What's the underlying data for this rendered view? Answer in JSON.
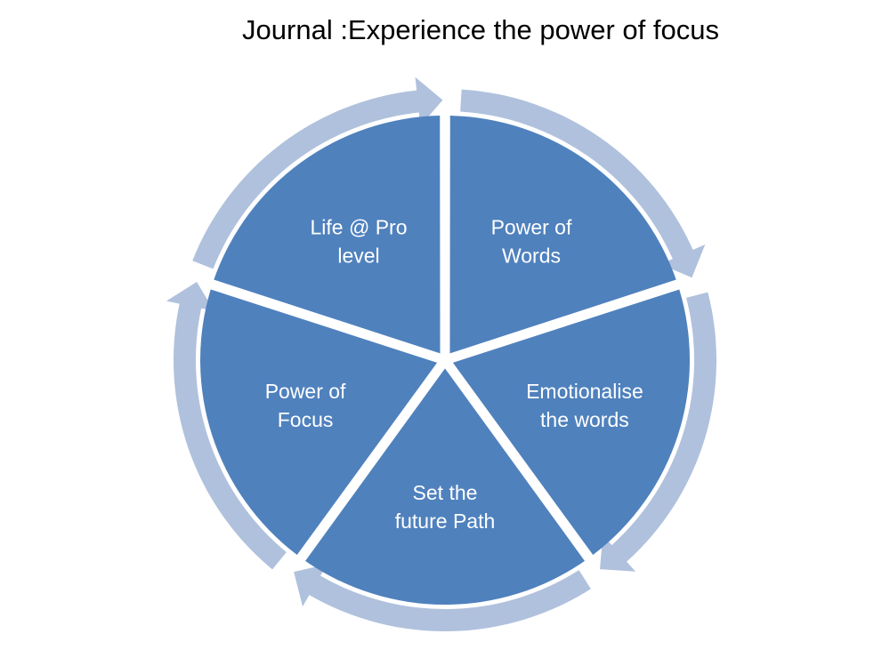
{
  "title": "Journal :Experience the power of focus",
  "colors": {
    "segment": "#4f81bd",
    "arrow": "#b0c1dd",
    "label": "#ffffff",
    "background": "#ffffff"
  },
  "cycle": {
    "segments": [
      {
        "lines": [
          "Power of",
          "Words"
        ]
      },
      {
        "lines": [
          "Emotionalise",
          "the words"
        ]
      },
      {
        "lines": [
          "Set the",
          "future Path"
        ]
      },
      {
        "lines": [
          "Power of",
          "Focus"
        ]
      },
      {
        "lines": [
          "Life @ Pro",
          "level"
        ]
      }
    ]
  }
}
